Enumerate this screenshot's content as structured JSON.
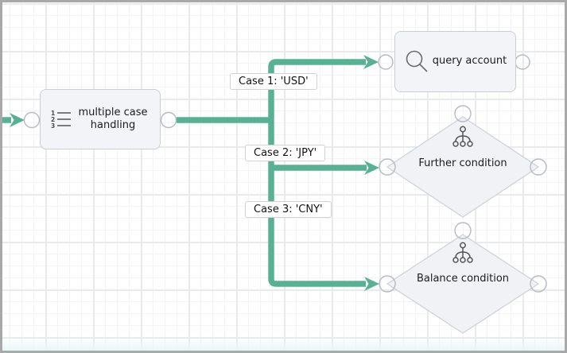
{
  "app": {
    "view": "flow-designer-canvas"
  },
  "colors": {
    "connector": "#57b294",
    "node_fill": "#f2f4f7",
    "node_border": "#c9cdd5",
    "port_border": "#b5bac2",
    "edge_label_border": "#d2d2d2",
    "canvas_border": "#a9a9a9",
    "grid_minor": "#f4f4f6",
    "grid_major": "#e9eaec"
  },
  "nodes": [
    {
      "id": "multiple-case-handling",
      "type": "rect",
      "icon": "numbered-list-icon",
      "label": "multiple case handling"
    },
    {
      "id": "query-account",
      "type": "rect",
      "icon": "magnifier-icon",
      "label": "query account"
    },
    {
      "id": "further-condition",
      "type": "diamond",
      "icon": "hierarchy-icon",
      "label": "Further condition"
    },
    {
      "id": "balance-condition",
      "type": "diamond",
      "icon": "hierarchy-icon",
      "label": "Balance condition"
    }
  ],
  "edges": [
    {
      "from": "start",
      "to": "multiple-case-handling",
      "label": ""
    },
    {
      "from": "multiple-case-handling",
      "to": "query-account",
      "label": "Case 1: 'USD'"
    },
    {
      "from": "multiple-case-handling",
      "to": "further-condition",
      "label": "Case 2: 'JPY'"
    },
    {
      "from": "multiple-case-handling",
      "to": "balance-condition",
      "label": "Case 3: 'CNY'"
    }
  ]
}
